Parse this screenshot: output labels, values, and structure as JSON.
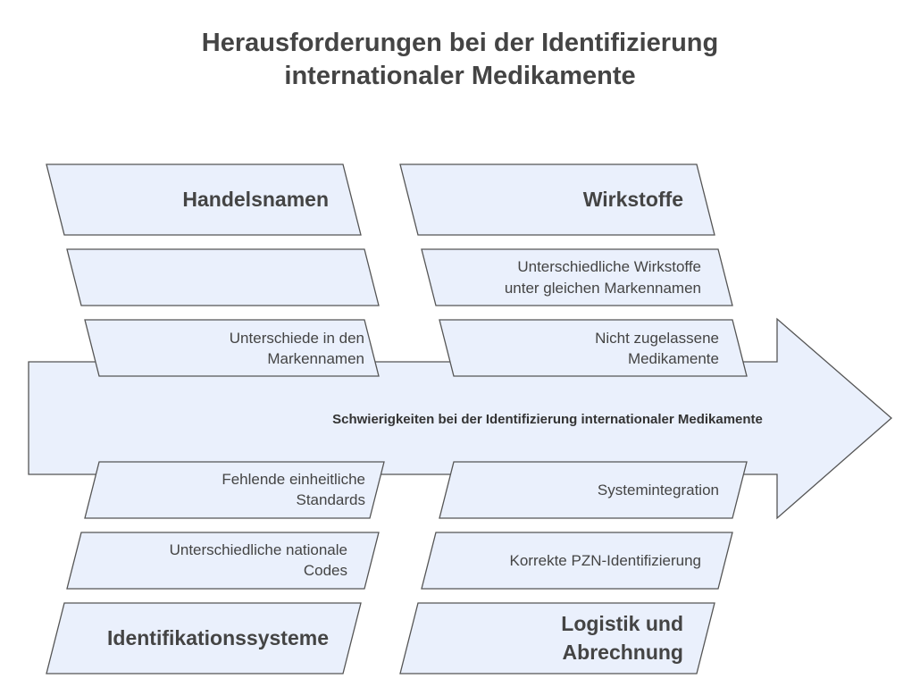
{
  "title": {
    "line1": "Herausforderungen bei der Identifizierung",
    "line2": "internationaler Medikamente"
  },
  "spine": {
    "label": "Schwierigkeiten bei der Identifizierung internationaler Medikamente"
  },
  "categories": {
    "handelsnamen": {
      "label": "Handelsnamen",
      "causes": [
        {
          "lines": [
            "",
            ""
          ]
        },
        {
          "lines": [
            "Unterschiede in den",
            "Markennamen"
          ]
        }
      ]
    },
    "wirkstoffe": {
      "label": "Wirkstoffe",
      "causes": [
        {
          "lines": [
            "Unterschiedliche Wirkstoffe",
            "unter gleichen Markennamen"
          ]
        },
        {
          "lines": [
            "Nicht zugelassene",
            "Medikamente"
          ]
        }
      ]
    },
    "identifikationssysteme": {
      "label": "Identifikationssysteme",
      "causes": [
        {
          "lines": [
            "Fehlende einheitliche",
            "Standards"
          ]
        },
        {
          "lines": [
            "Unterschiedliche nationale",
            "Codes"
          ]
        }
      ]
    },
    "logistik": {
      "label_lines": [
        "Logistik und",
        "Abrechnung"
      ],
      "causes": [
        {
          "text": "Systemintegration"
        },
        {
          "text": "Korrekte PZN-Identifizierung"
        }
      ]
    }
  },
  "colors": {
    "fill": "#eaf0fc",
    "stroke": "#555555",
    "text": "#444444"
  }
}
